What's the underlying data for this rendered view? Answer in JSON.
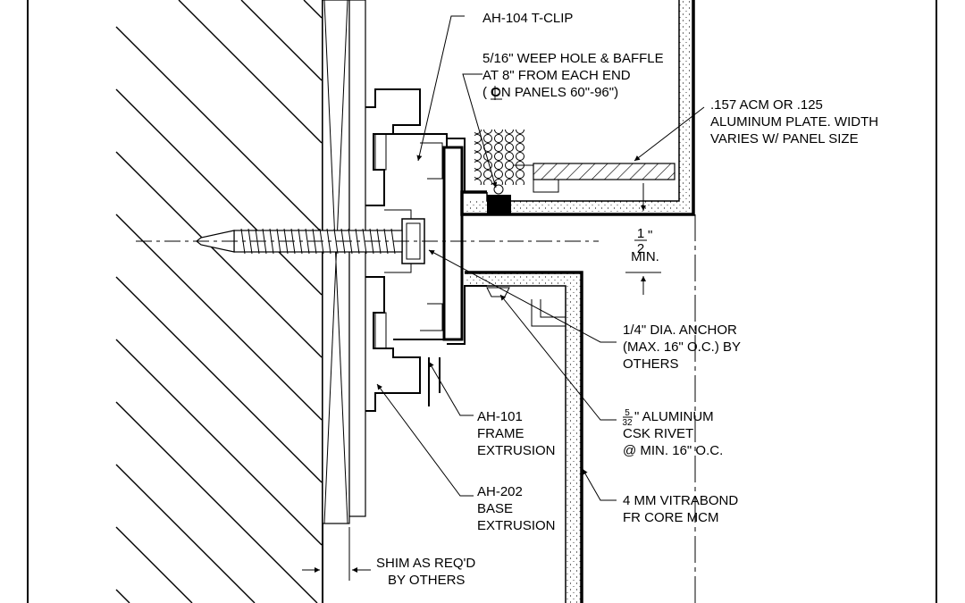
{
  "labels": {
    "t_clip": "AH-104 T-CLIP",
    "weep_1": "5/16\" WEEP HOLE & BAFFLE",
    "weep_2": "AT 8\" FROM EACH END",
    "weep_3": "(  ON PANELS 60\"-96\")",
    "plate_1": ".157 ACM OR .125",
    "plate_2": "ALUMINUM PLATE. WIDTH",
    "plate_3": "VARIES W/ PANEL SIZE",
    "gap_num": "1",
    "gap_den": "2",
    "gap_inch": "\"",
    "gap_min": "MIN.",
    "anchor_1": "1/4\" DIA. ANCHOR",
    "anchor_2": "(MAX. 16\" O.C.) BY",
    "anchor_3": "OTHERS",
    "frame_1": "AH-101",
    "frame_2": "FRAME",
    "frame_3": "EXTRUSION",
    "rivet_num": "5",
    "rivet_den": "32",
    "rivet_1": "\" ALUMINUM",
    "rivet_2": "CSK RIVET",
    "rivet_3": "@ MIN. 16\" O.C.",
    "base_1": "AH-202",
    "base_2": "BASE",
    "base_3": "EXTRUSION",
    "mcm_1": "4 MM VITRABOND",
    "mcm_2": "FR CORE MCM",
    "shim_1": "SHIM AS REQ'D",
    "shim_2": "BY OTHERS"
  }
}
